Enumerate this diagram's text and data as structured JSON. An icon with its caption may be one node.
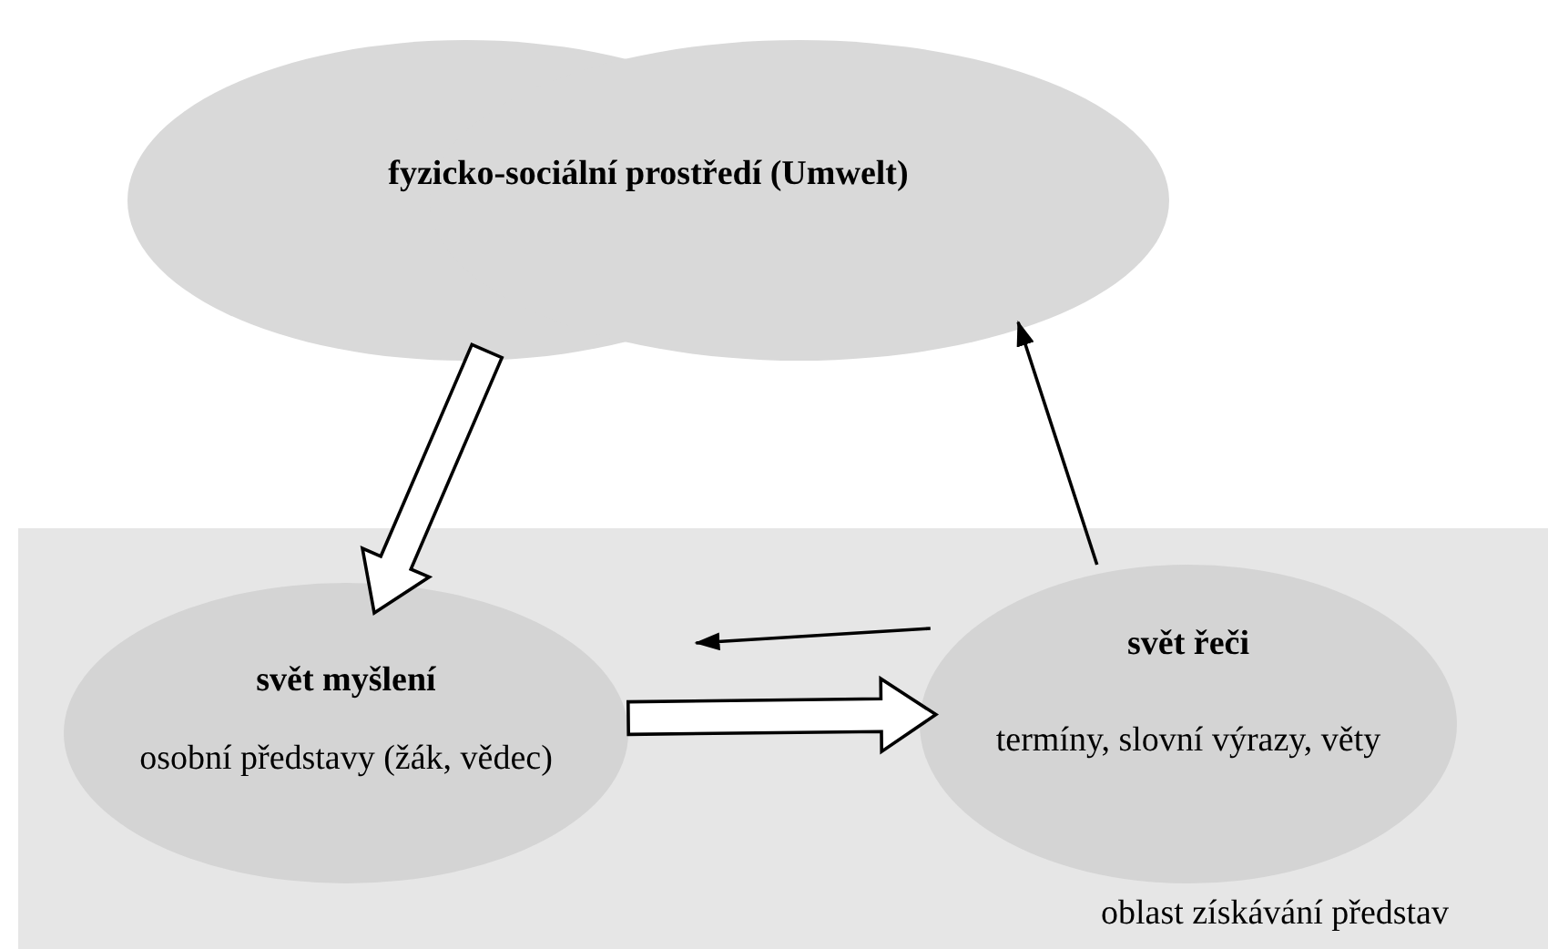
{
  "diagram": {
    "nodes": [
      {
        "text": [
          "fyzicko-sociální prostředí (Umwelt)"
        ]
      },
      {
        "text": [
          "oblast získávání představ"
        ]
      },
      {
        "text": [
          "svět myšlení",
          "osobní představy (žák, vědec)"
        ],
        "in": 1
      },
      {
        "text": [
          "svět řeči",
          "termíny, slovní výrazy, věty"
        ],
        "in": 1
      }
    ],
    "edges": [
      {
        "from": 0,
        "to": 2,
        "arrow": "to",
        "style": "thick"
      },
      {
        "from": 3,
        "to": 0,
        "arrow": "to"
      },
      {
        "from": 3,
        "to": 2,
        "arrow": "to"
      },
      {
        "from": 2,
        "to": 3,
        "arrow": "to",
        "style": "thick"
      }
    ]
  }
}
